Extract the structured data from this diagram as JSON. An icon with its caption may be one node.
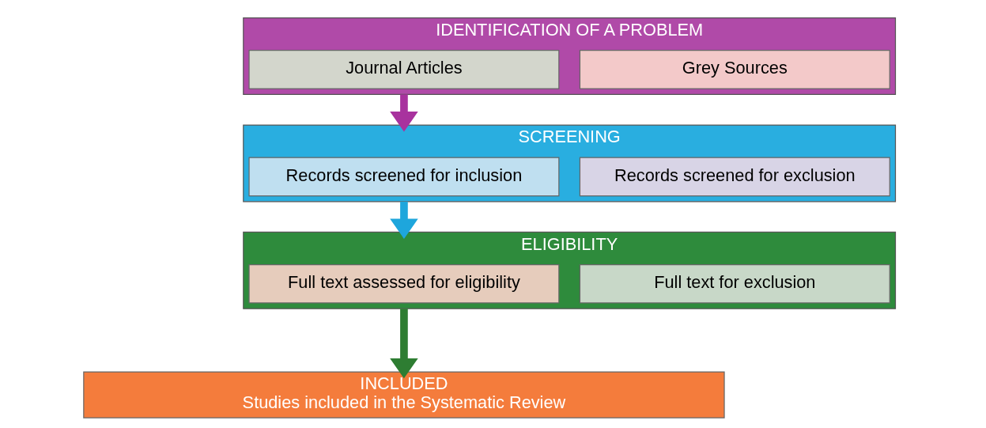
{
  "diagram": {
    "nodes": [
      {
        "text": [
          "IDENTIFICATION OF A PROBLEM"
        ]
      },
      {
        "text": [
          "Journal Articles"
        ],
        "in": 0
      },
      {
        "text": [
          "Grey Sources"
        ],
        "in": 0
      },
      {
        "text": [
          "SCREENING"
        ]
      },
      {
        "text": [
          "Records screened for inclusion"
        ],
        "in": 3
      },
      {
        "text": [
          "Records screened for exclusion"
        ],
        "in": 3
      },
      {
        "text": [
          "ELIGIBILITY"
        ]
      },
      {
        "text": [
          "Full text assessed for eligibility"
        ],
        "in": 6
      },
      {
        "text": [
          "Full text for exclusion"
        ],
        "in": 6
      },
      {
        "text": [
          "INCLUDED",
          "Studies included in the Systematic Review"
        ]
      }
    ],
    "edges": [
      {
        "from": 0,
        "to": 3,
        "arrow": "to",
        "color": "#a8329e"
      },
      {
        "from": 3,
        "to": 6,
        "arrow": "to",
        "color": "#1ea6dc"
      },
      {
        "from": 6,
        "to": 9,
        "arrow": "to",
        "color": "#2e7d32"
      }
    ]
  }
}
